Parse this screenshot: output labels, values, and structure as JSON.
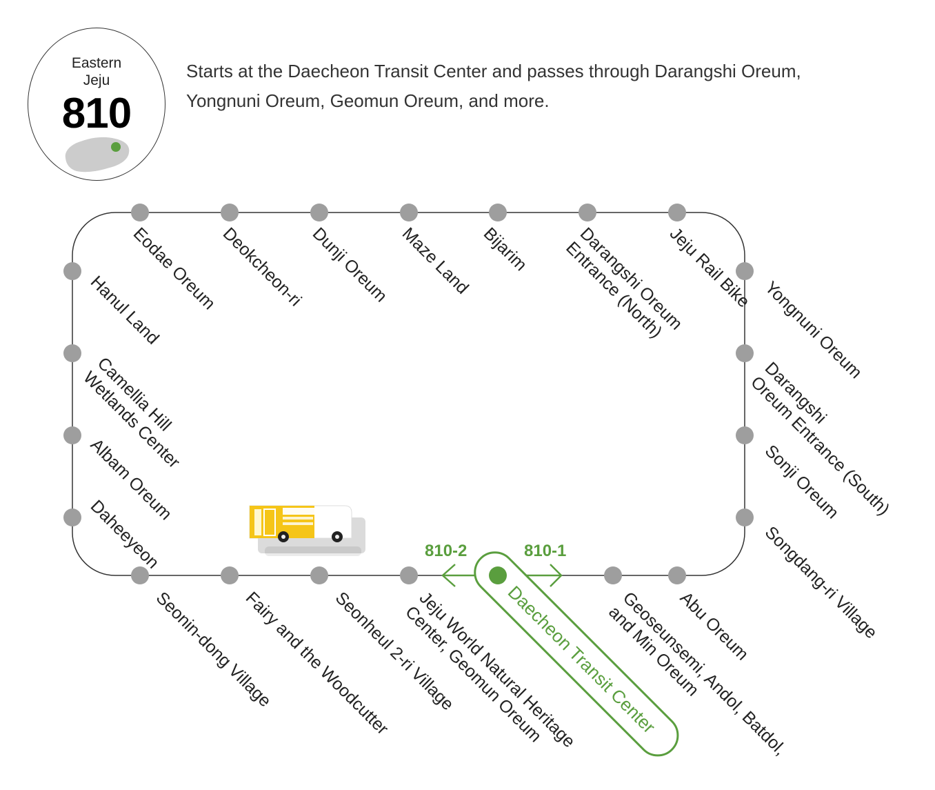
{
  "badge": {
    "region_line1": "Eastern",
    "region_line2": "Jeju",
    "route_number": "810"
  },
  "description": {
    "line1": "Starts at the Daecheon Transit Center and passes through Darangshi Oreum,",
    "line2": "Yongnuni Oreum, Geomun Oreum, and more."
  },
  "colors": {
    "accent_green": "#5a9e3e",
    "stop_gray": "#9e9e9e",
    "route_line": "#333333",
    "bus_yellow": "#f5c518"
  },
  "route_labels": {
    "clockwise": "810-1",
    "counterclockwise": "810-2"
  },
  "terminal": {
    "name": "Daecheon Transit Center"
  },
  "stops": {
    "eodae": "Eodae Oreum",
    "deokcheon": "Deokcheon-ri",
    "dunji": "Dunji Oreum",
    "maze": "Maze Land",
    "bijarim": "Bijarim",
    "darangshi_north_1": "Darangshi Oreum",
    "darangshi_north_2": "Entrance (North)",
    "rail_bike": "Jeju Rail Bike",
    "yongnuni": "Yongnuni Oreum",
    "darangshi_south_1": "Darangshi",
    "darangshi_south_2": "Oreum Entrance (South)",
    "sonji": "Sonji Oreum",
    "songdang": "Songdang-ri Village",
    "abu": "Abu Oreum",
    "geoseun_1": "Geoseunsemi, Andol, Batdol,",
    "geoseun_2": "and Min Oreum",
    "heritage_1": "Jeju World Natural Heritage",
    "heritage_2": "Center, Geomun Oreum",
    "seonheul": "Seonheul 2-ri Village",
    "fairy": "Fairy and the Woodcutter",
    "seonin": "Seonin-dong Village",
    "daheeyeon": "Daheeyeon",
    "albam": "Albam Oreum",
    "camellia_1": "Camellia Hill",
    "camellia_2": "Wetlands Center",
    "hanul": "Hanul Land"
  }
}
